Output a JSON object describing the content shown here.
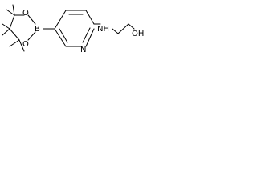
{
  "atoms": {
    "o_top": "O",
    "b": "B",
    "o_bottom": "O",
    "n_ring": "N",
    "nh": "NH",
    "oh": "OH"
  }
}
